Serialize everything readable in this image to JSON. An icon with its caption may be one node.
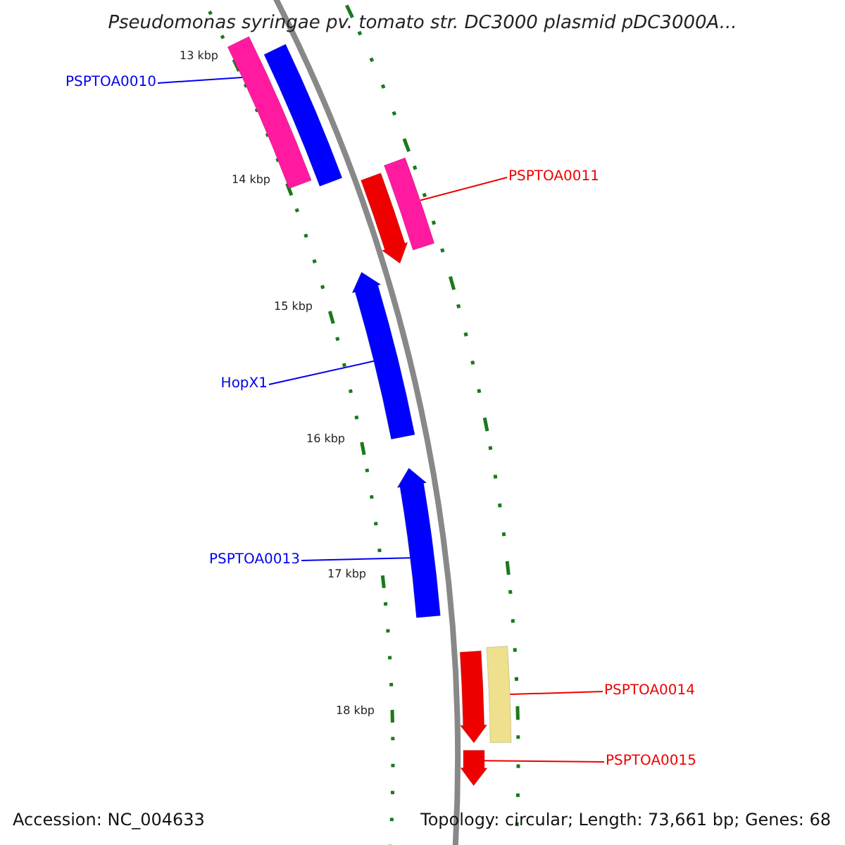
{
  "diagram": {
    "title": "Pseudomonas syringae pv. tomato str. DC3000 plasmid pDC3000A...",
    "nodes": [
      {
        "text": [
          "PSPTOA0010"
        ]
      },
      {
        "text": [],
        "shape": "bar"
      },
      {
        "text": [],
        "shape": "bar"
      },
      {
        "text": [
          "PSPTOA0011"
        ]
      },
      {
        "text": [],
        "shape": "bar"
      },
      {
        "text": [],
        "shape": "bar"
      },
      {
        "text": [
          "HopX1"
        ]
      },
      {
        "text": [],
        "shape": "bar"
      },
      {
        "text": [
          "PSPTOA0013"
        ]
      },
      {
        "text": [],
        "shape": "bar"
      },
      {
        "text": [
          "PSPTOA0014"
        ]
      },
      {
        "text": [],
        "shape": "bar"
      },
      {
        "text": [],
        "shape": "bar"
      },
      {
        "text": [
          "PSPTOA0015"
        ]
      },
      {
        "text": [],
        "shape": "bar"
      }
    ],
    "edges": [
      {
        "from": 0,
        "to": 1,
        "arrow": "none"
      },
      {
        "from": 3,
        "to": 5,
        "arrow": "none",
        "color": "#ee0000"
      },
      {
        "from": 6,
        "to": 7,
        "arrow": "none"
      },
      {
        "from": 8,
        "to": 9,
        "arrow": "none"
      },
      {
        "from": 10,
        "to": 12,
        "arrow": "none",
        "color": "#ee0000"
      },
      {
        "from": 13,
        "to": 14,
        "arrow": "none",
        "color": "#ee0000"
      }
    ],
    "labels": [
      "13 kbp",
      "14 kbp",
      "15 kbp",
      "16 kbp",
      "17 kbp",
      "18 kbp",
      "Accession: NC_004633",
      "Topology: circular; Length: 73,661 bp; Genes: 68"
    ]
  }
}
